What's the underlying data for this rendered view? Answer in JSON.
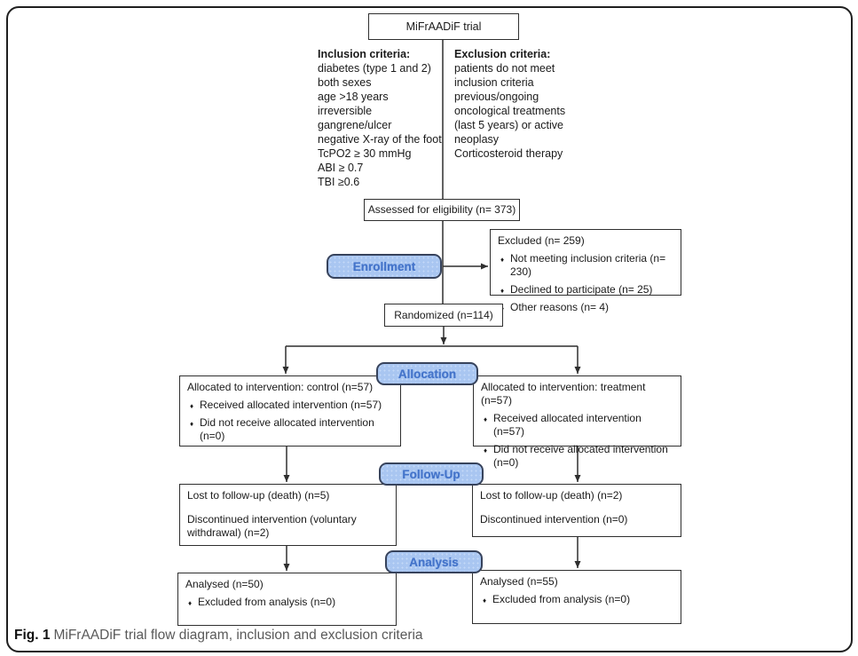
{
  "figure": {
    "caption_label": "Fig. 1",
    "caption_text": "MiFrAADiF trial flow diagram, inclusion and exclusion criteria"
  },
  "colors": {
    "stage_fill": "#a9c6f1",
    "stage_text": "#4474ca",
    "stage_border": "#37435c",
    "box_border": "#2f2f2f"
  },
  "diagram": {
    "title_box": "MiFrAADiF trial",
    "inclusion": {
      "heading": "Inclusion criteria:",
      "lines": [
        "diabetes (type 1 and 2)",
        "both sexes",
        "age >18 years",
        "irreversible",
        "gangrene/ulcer",
        "negative X-ray of the foot",
        "TcPO2 ≥ 30 mmHg",
        "ABI ≥ 0.7",
        "TBI ≥0.6"
      ]
    },
    "exclusion": {
      "heading": "Exclusion criteria:",
      "lines": [
        "patients do not meet",
        "inclusion criteria",
        "previous/ongoing",
        "oncological treatments",
        "(last 5 years) or active",
        "neoplasy",
        "Corticosteroid therapy"
      ]
    },
    "assessed": "Assessed for eligibility (n= 373)",
    "stages": {
      "enrollment": "Enrollment",
      "allocation": "Allocation",
      "followup": "Follow-Up",
      "analysis": "Analysis"
    },
    "excluded": {
      "title": "Excluded (n= 259)",
      "bullets": [
        "Not meeting inclusion criteria (n= 230)",
        "Declined to participate (n= 25)",
        "Other reasons (n= 4)"
      ]
    },
    "randomized": "Randomized (n=114)",
    "alloc_left": {
      "title": "Allocated to intervention: control (n=57)",
      "bullets": [
        "Received allocated intervention (n=57)",
        "Did not receive allocated intervention (n=0)"
      ]
    },
    "alloc_right": {
      "title": "Allocated to intervention: treatment (n=57)",
      "bullets": [
        "Received allocated intervention (n=57)",
        "Did not receive allocated intervention (n=0)"
      ]
    },
    "fu_left": {
      "lines": [
        "Lost to follow-up (death) (n=5)",
        "Discontinued intervention (voluntary withdrawal) (n=2)"
      ]
    },
    "fu_right": {
      "lines": [
        "Lost to follow-up (death) (n=2)",
        "Discontinued intervention (n=0)"
      ]
    },
    "an_left": {
      "title": "Analysed (n=50)",
      "bullets": [
        "Excluded from analysis (n=0)"
      ]
    },
    "an_right": {
      "title": "Analysed (n=55)",
      "bullets": [
        "Excluded from analysis (n=0)"
      ]
    }
  }
}
